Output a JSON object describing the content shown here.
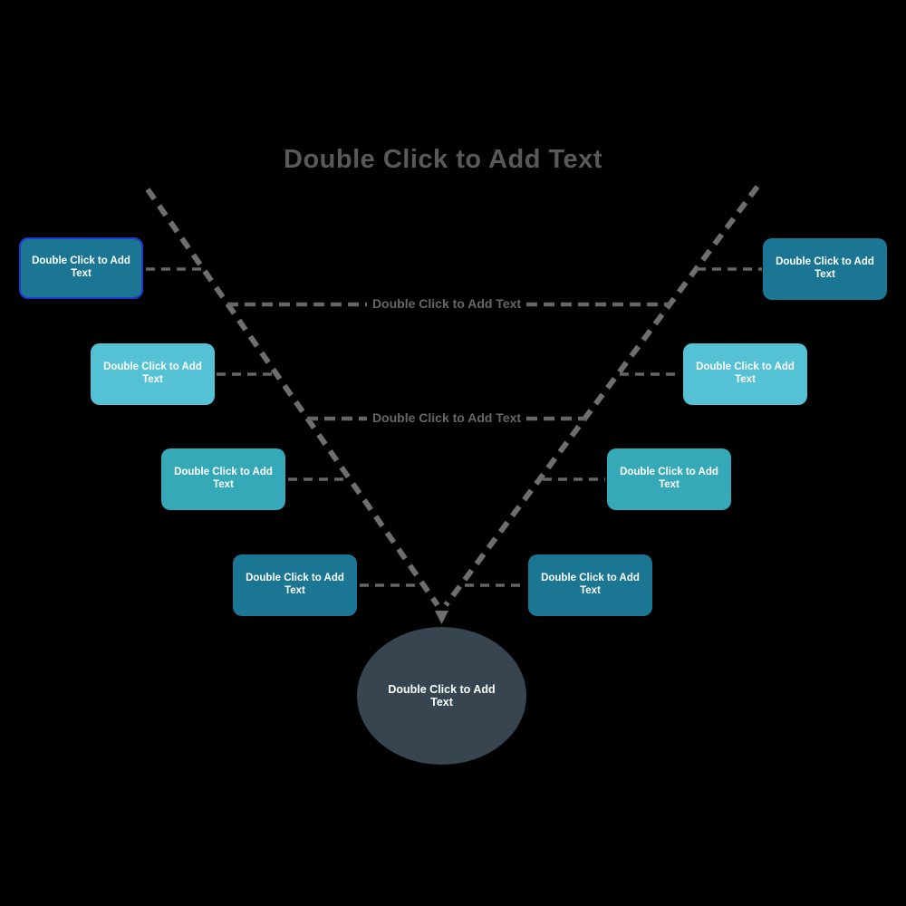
{
  "title": "Double Click to Add Text",
  "palette": {
    "dark_teal": "#1A7693",
    "light_blue": "#55C1D4",
    "medium_teal": "#35A9B7",
    "slate": "#36454F",
    "line_gray": "#6E6E6E",
    "label_gray": "#666666",
    "title_gray": "#58595B",
    "selection_blue": "#2138CE",
    "background": "#000000",
    "node_text": "#FFFFFF"
  },
  "left_boxes": [
    {
      "label": "Double Click to Add Text",
      "color": "dark_teal",
      "selected": true
    },
    {
      "label": "Double Click to Add Text",
      "color": "light_blue",
      "selected": false
    },
    {
      "label": "Double Click to Add Text",
      "color": "medium_teal",
      "selected": false
    },
    {
      "label": "Double Click to Add Text",
      "color": "dark_teal",
      "selected": false
    }
  ],
  "right_boxes": [
    {
      "label": "Double Click to Add Text",
      "color": "dark_teal",
      "selected": false
    },
    {
      "label": "Double Click to Add Text",
      "color": "light_blue",
      "selected": false
    },
    {
      "label": "Double Click to Add Text",
      "color": "medium_teal",
      "selected": false
    },
    {
      "label": "Double Click to Add Text",
      "color": "dark_teal",
      "selected": false
    }
  ],
  "branch_labels": [
    {
      "label": "Double Click to Add Text"
    },
    {
      "label": "Double Click to Add Text"
    }
  ],
  "ellipse": {
    "label": "Double Click to Add Text",
    "color": "slate"
  }
}
